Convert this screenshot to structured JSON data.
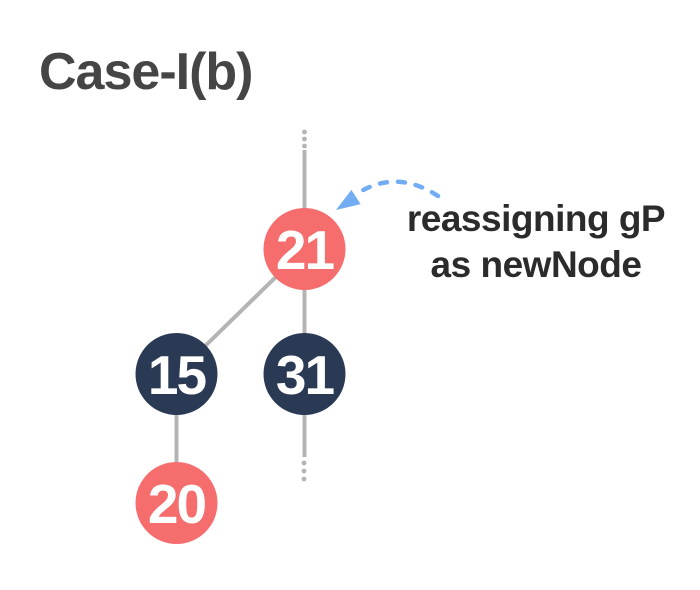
{
  "title": "Case-I(b)",
  "tree": {
    "nodes": [
      {
        "label": "21",
        "color_name": "coral"
      },
      {
        "label": "15",
        "color_name": "navy"
      },
      {
        "label": "31",
        "color_name": "navy"
      },
      {
        "label": "20",
        "color_name": "coral"
      }
    ]
  },
  "annotation": {
    "line1": "reassigning gP",
    "line2": "as newNode"
  },
  "colors": {
    "coral": "#f66d6d",
    "navy": "#2b3a54",
    "edge_gray": "#b4b4b4",
    "arrow_blue": "#72adf4",
    "title_text": "#454545",
    "annotation_text": "#2b2b2b",
    "node_label": "#ffffff",
    "background": "#ffffff"
  }
}
